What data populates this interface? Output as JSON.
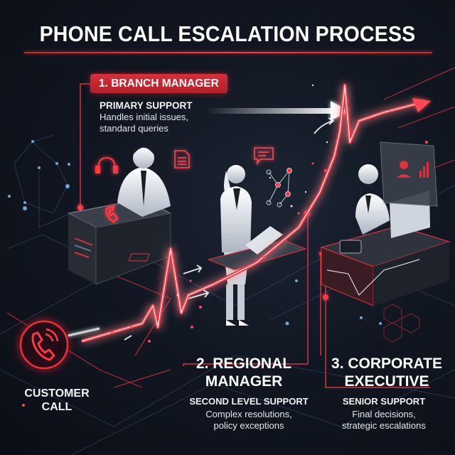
{
  "title": "PHONE CALL ESCALATION PROCESS",
  "colors": {
    "accent_red": "#e0313b",
    "background": "#111722",
    "text": "#ffffff"
  },
  "customer": {
    "label_line1": "CUSTOMER",
    "label_line2": "CALL",
    "icon": "phone-ringing-icon"
  },
  "levels": [
    {
      "title": "1. BRANCH MANAGER",
      "role": "PRIMARY SUPPORT",
      "desc_line1": "Handles initial issues,",
      "desc_line2": "standard queries",
      "figure": "male-agent-with-headset-at-desk"
    },
    {
      "title_line1": "2. REGIONAL",
      "title_line2": "MANAGER",
      "role": "SECOND LEVEL SUPPORT",
      "desc_line1": "Complex resolutions,",
      "desc_line2": "policy exceptions",
      "figure": "female-manager-with-laptop"
    },
    {
      "title_line1": "3. CORPORATE",
      "title_line2": "EXECUTIVE",
      "role": "SENIOR SUPPORT",
      "desc_line1": "Final decisions,",
      "desc_line2": "strategic escalations",
      "figure": "executive-at-monitor-desk"
    }
  ]
}
